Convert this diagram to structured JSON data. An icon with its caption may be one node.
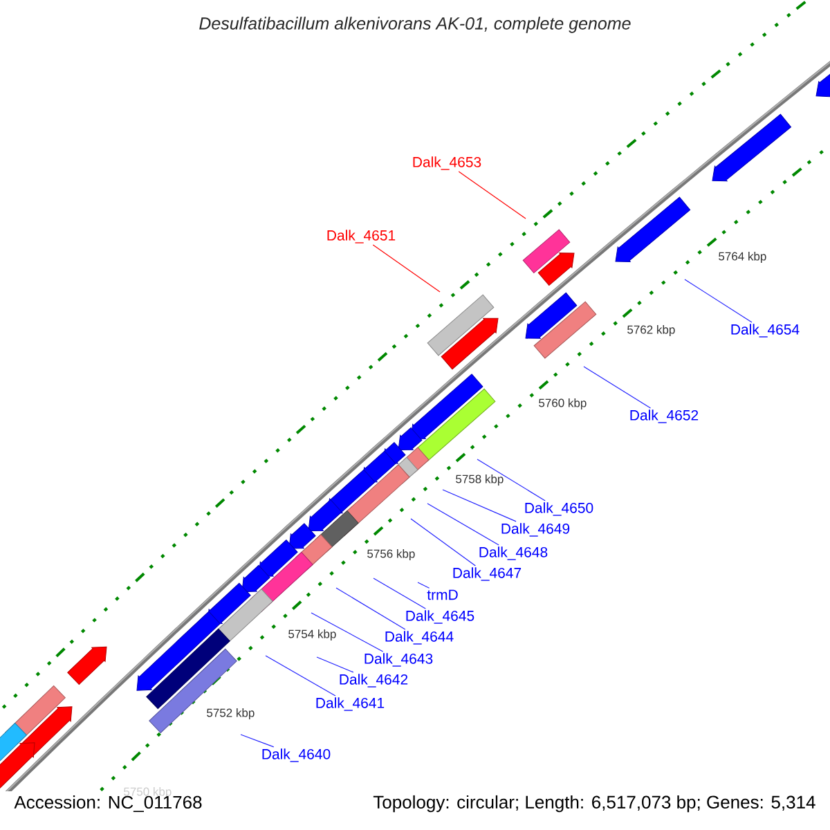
{
  "diagram": {
    "title": "Desulfatibacillum alkenivorans AK-01, complete genome",
    "nodes": [
      {
        "text": [
          "Dalk_4653"
        ]
      },
      {
        "text": [
          "Dalk_4651"
        ]
      },
      {
        "text": [
          "Dalk_4654"
        ]
      },
      {
        "text": [
          "Dalk_4652"
        ]
      },
      {
        "text": [
          "Dalk_4650"
        ]
      },
      {
        "text": [
          "Dalk_4649"
        ]
      },
      {
        "text": [
          "Dalk_4648"
        ]
      },
      {
        "text": [
          "Dalk_4647"
        ]
      },
      {
        "text": [
          "trmD"
        ]
      },
      {
        "text": [
          "Dalk_4645"
        ]
      },
      {
        "text": [
          "Dalk_4644"
        ]
      },
      {
        "text": [
          "Dalk_4643"
        ]
      },
      {
        "text": [
          "Dalk_4642"
        ]
      },
      {
        "text": [
          "Dalk_4641"
        ]
      },
      {
        "text": [
          "Dalk_4640"
        ]
      }
    ],
    "edges": [
      {
        "from": 0,
        "to": null,
        "arrow": "none",
        "color": "#ff0000"
      },
      {
        "from": 1,
        "to": null,
        "arrow": "none",
        "color": "#ff0000"
      },
      {
        "from": 2,
        "to": null,
        "arrow": "none"
      },
      {
        "from": 3,
        "to": null,
        "arrow": "none"
      },
      {
        "from": 4,
        "to": null,
        "arrow": "none"
      },
      {
        "from": 5,
        "to": null,
        "arrow": "none"
      },
      {
        "from": 6,
        "to": null,
        "arrow": "none"
      },
      {
        "from": 7,
        "to": null,
        "arrow": "none"
      },
      {
        "from": 8,
        "to": null,
        "arrow": "none"
      },
      {
        "from": 9,
        "to": null,
        "arrow": "none"
      },
      {
        "from": 10,
        "to": null,
        "arrow": "none"
      },
      {
        "from": 11,
        "to": null,
        "arrow": "none"
      },
      {
        "from": 12,
        "to": null,
        "arrow": "none"
      },
      {
        "from": 13,
        "to": null,
        "arrow": "none"
      },
      {
        "from": 14,
        "to": null,
        "arrow": "none"
      }
    ],
    "labels": [
      "5764 kbp",
      "5762 kbp",
      "5760 kbp",
      "5758 kbp",
      "5756 kbp",
      "5754 kbp",
      "5752 kbp",
      "5750 kbp",
      "Accession: NC_011768",
      "Topology: circular; Length: 6,517,073 bp; Genes: 5,314"
    ]
  }
}
